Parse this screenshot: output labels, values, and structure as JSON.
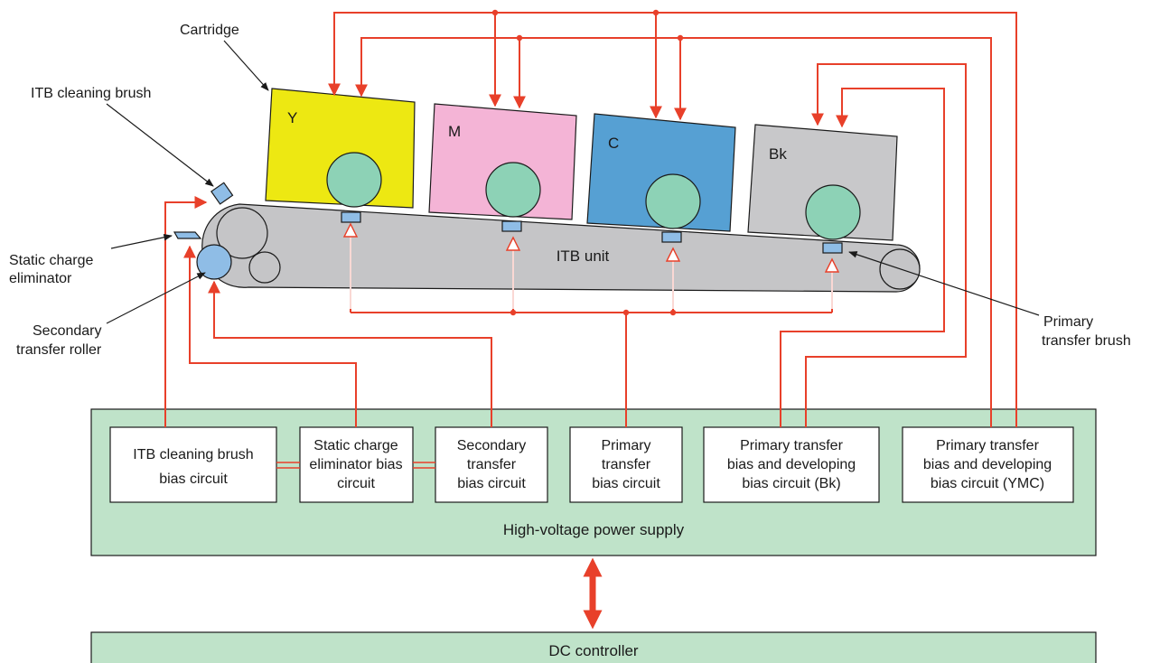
{
  "labels": {
    "cartridge": "Cartridge",
    "itb_cleaning_brush": "ITB cleaning brush",
    "static_charge_eliminator": [
      "Static charge",
      "eliminator"
    ],
    "secondary_transfer_roller": [
      "Secondary",
      "transfer roller"
    ],
    "itb_unit": "ITB unit",
    "primary_transfer_brush": [
      "Primary",
      "transfer brush"
    ]
  },
  "cartridges": [
    {
      "letter": "Y",
      "color": "#ede812"
    },
    {
      "letter": "M",
      "color": "#f4b4d6"
    },
    {
      "letter": "C",
      "color": "#56a0d3"
    },
    {
      "letter": "Bk",
      "color": "#c8c8ca"
    }
  ],
  "colors": {
    "drum": "#8dd2b6",
    "belt": "#c5c5c7",
    "brush_pad": "#8fbde6",
    "wire": "#e8402a",
    "supply_panel": "#bfe3c9"
  },
  "power_supply": {
    "title": "High-voltage power supply",
    "circuits": [
      [
        "ITB cleaning brush",
        "bias circuit"
      ],
      [
        "Static charge",
        "eliminator bias",
        "circuit"
      ],
      [
        "Secondary",
        "transfer",
        "bias circuit"
      ],
      [
        "Primary",
        "transfer",
        "bias circuit"
      ],
      [
        "Primary transfer",
        "bias and developing",
        "bias circuit (Bk)"
      ],
      [
        "Primary transfer",
        "bias and developing",
        "bias circuit (YMC)"
      ]
    ]
  },
  "dc_controller": {
    "title": "DC controller"
  }
}
